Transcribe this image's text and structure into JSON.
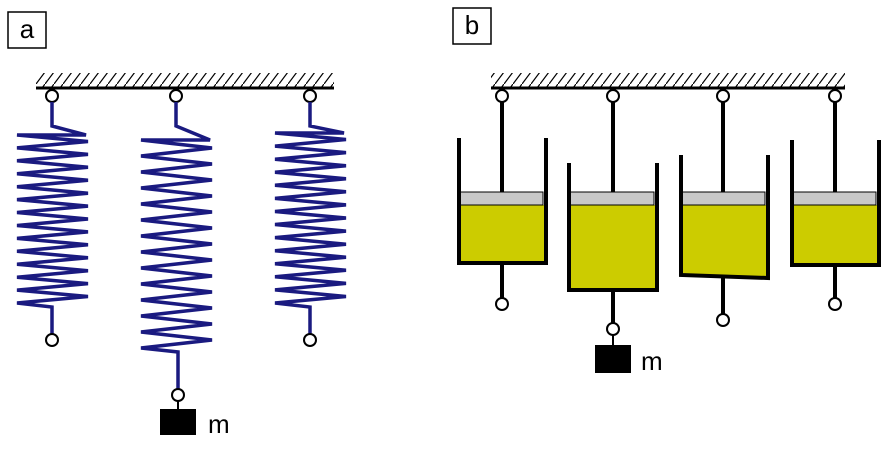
{
  "panel_a": {
    "label": "a",
    "mass_label": "m",
    "colors": {
      "spring": "#1a1a80",
      "node_stroke": "#000000",
      "mass": "#000000"
    },
    "springs": [
      {
        "name": "unloaded-spring-left",
        "coil_count": 13
      },
      {
        "name": "loaded-spring-middle",
        "coil_count": 13,
        "carries_mass": true
      },
      {
        "name": "unloaded-spring-right",
        "coil_count": 13
      }
    ]
  },
  "panel_b": {
    "label": "b",
    "mass_label": "m",
    "colors": {
      "fluid": "#cccc00",
      "piston": "#c8c8c8",
      "wall": "#000000",
      "mass": "#000000"
    },
    "dampers": [
      {
        "name": "damper-1"
      },
      {
        "name": "damper-2",
        "carries_mass": true
      },
      {
        "name": "damper-3"
      },
      {
        "name": "damper-4"
      }
    ]
  },
  "support_color": "#000000"
}
